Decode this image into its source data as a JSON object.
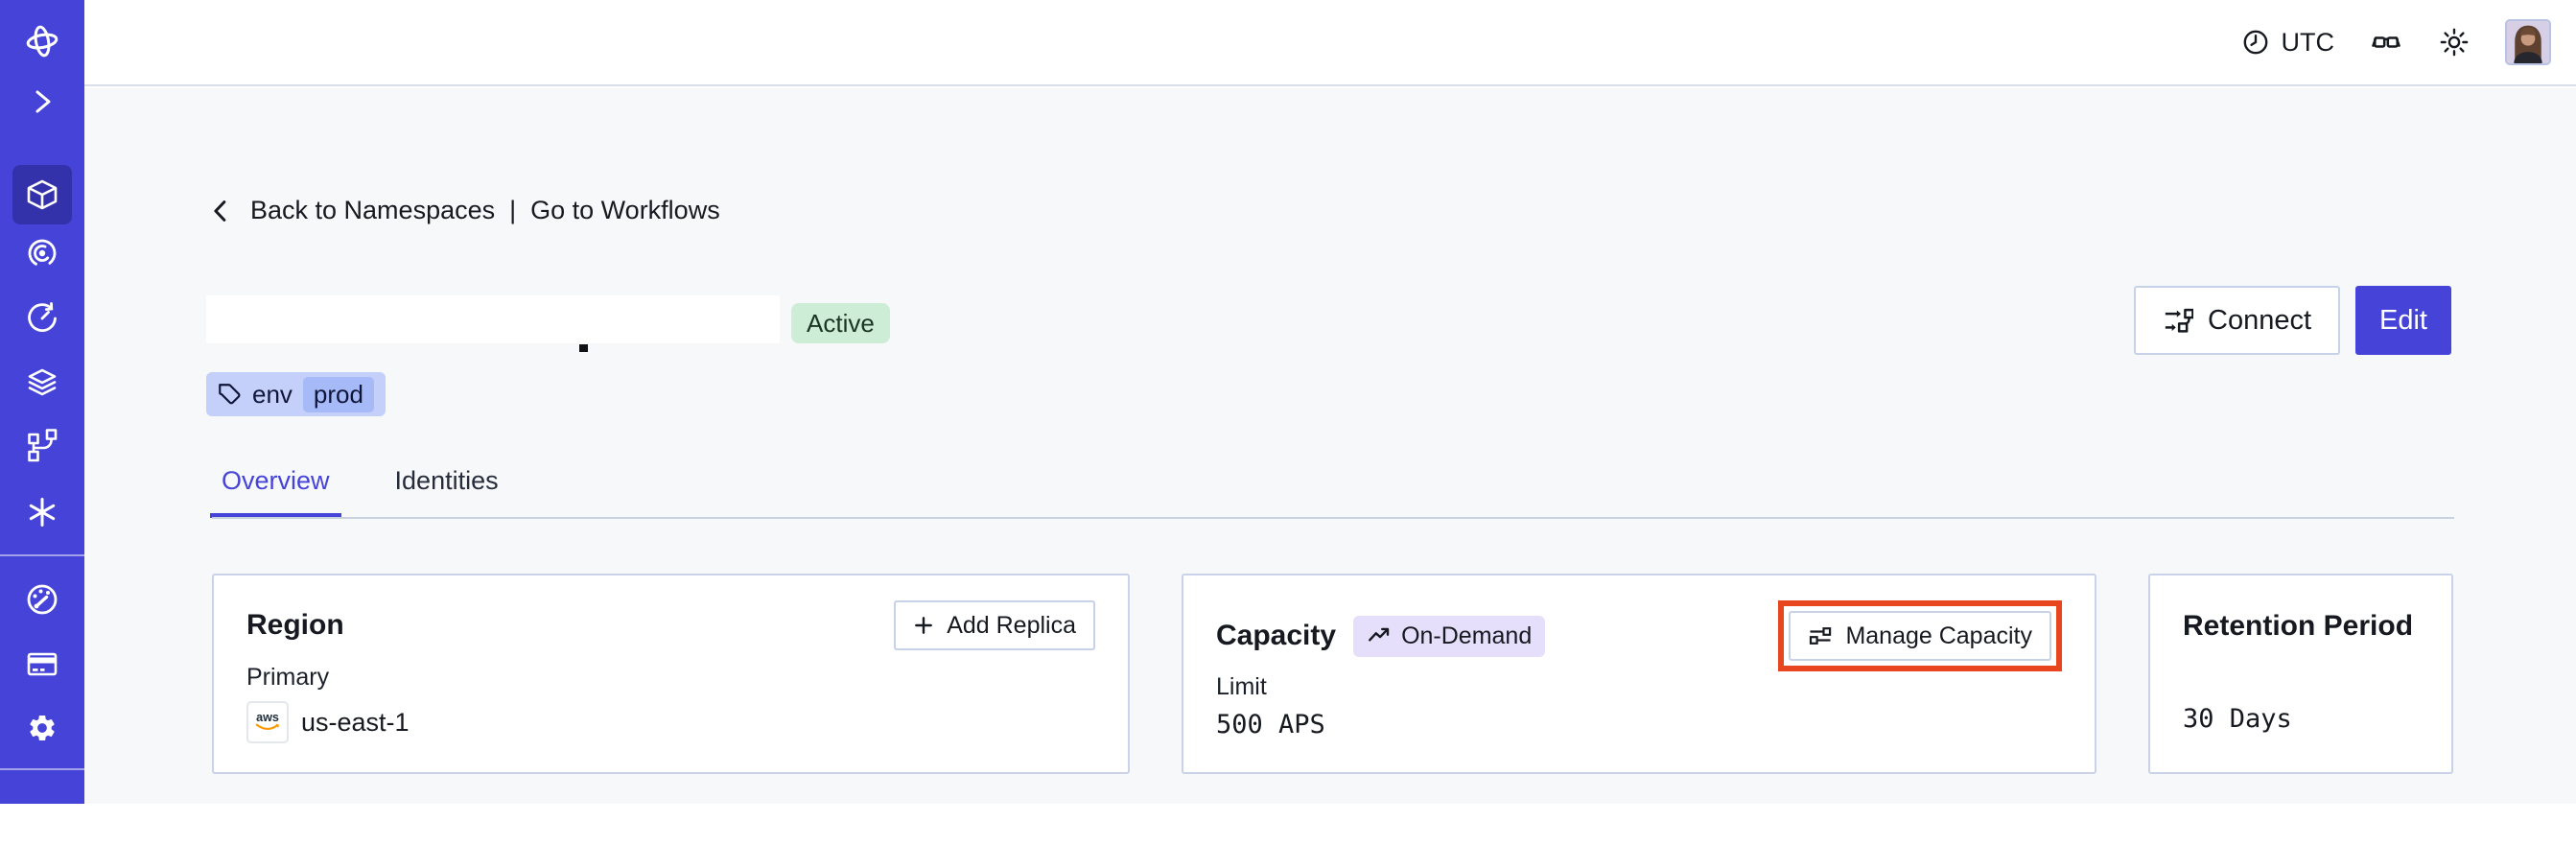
{
  "colors": {
    "sidebar": "#4643D8",
    "accent": "#4643D8",
    "highlight_box": "#E8461E",
    "status_active_bg": "#CDEDD6",
    "tag_chip_bg": "#C4D0FA",
    "tag_value_bg": "#A6BAF8",
    "ondemand_badge_bg": "#E5DFFB",
    "aws_orange": "#FF9900",
    "main_bg": "#F7F8FA"
  },
  "sidebar": {
    "icons": [
      "temporal-logo",
      "chevron-right",
      "cube-namespaces",
      "spiral",
      "retry-clock",
      "layers",
      "branch",
      "asterisk",
      "gauge",
      "credit-card",
      "gear",
      "circle-partial"
    ]
  },
  "topbar": {
    "timezone": "UTC"
  },
  "breadcrumb": {
    "back": "Back to Namespaces",
    "separator": "|",
    "forward": "Go to Workflows"
  },
  "namespace": {
    "status": "Active",
    "tag_key": "env",
    "tag_value": "prod"
  },
  "actions": {
    "connect": "Connect",
    "edit": "Edit"
  },
  "tabs": {
    "overview": "Overview",
    "identities": "Identities"
  },
  "cards": {
    "region": {
      "title": "Region",
      "add_replica": "Add Replica",
      "label": "Primary",
      "provider": "aws",
      "value": "us-east-1"
    },
    "capacity": {
      "title": "Capacity",
      "badge": "On-Demand",
      "manage": "Manage Capacity",
      "label": "Limit",
      "value": "500 APS"
    },
    "retention": {
      "title": "Retention Period",
      "value": "30 Days"
    }
  }
}
